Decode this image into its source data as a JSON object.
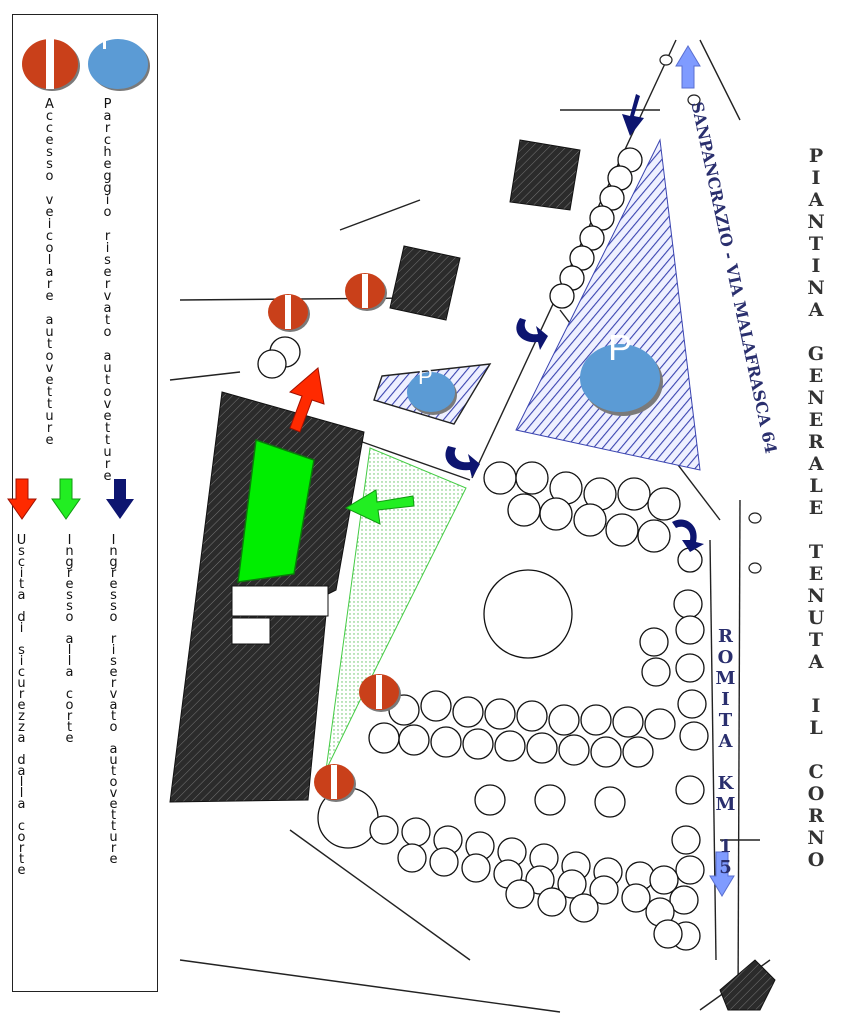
{
  "legend": {
    "items": [
      {
        "icon": "accesso-icon",
        "label": "Accesso veicolare autovetture"
      },
      {
        "icon": "parcheggio-icon",
        "label": "Parcheggio riservato autovetture"
      },
      {
        "icon": "uscita-arrow-icon",
        "label": "Uscita di sicurezza dalla corte",
        "color": "#ff2a00"
      },
      {
        "icon": "ingresso-corte-arrow-icon",
        "label": "Ingresso alla corte",
        "color": "#22ee22"
      },
      {
        "icon": "ingresso-riservato-arrow-icon",
        "label": "Ingresso riservato autovetture",
        "color": "#0d1570"
      }
    ]
  },
  "map": {
    "title": "PIANTINA GENERALE TENUTA IL CORNO",
    "road_top": "SANPANCRAZIO - VIA MALAFRASCA 64",
    "road_side": "ROMITA KM 15",
    "parking_large_label": "P",
    "parking_small_label": "P",
    "colors": {
      "access_red": "#c9401a",
      "parking_blue": "#5b9bd5",
      "hatch_blue": "#3a44b0",
      "court_green": "#00ee00",
      "dark_arrow": "#0d1570",
      "light_arrow": "#7f9bff"
    }
  }
}
